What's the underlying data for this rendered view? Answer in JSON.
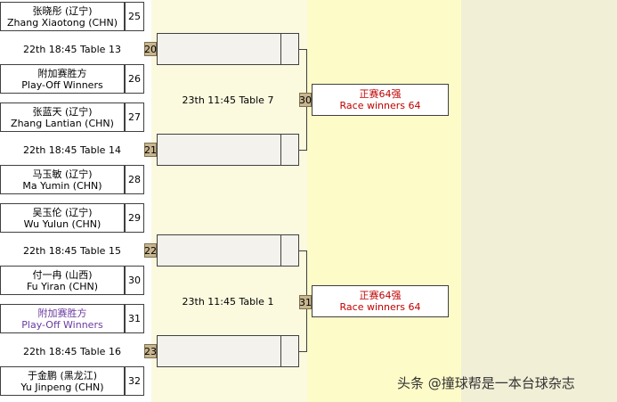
{
  "players": [
    {
      "seed": "25",
      "cn": "张晓彤 (辽宁)",
      "en": "Zhang Xiaotong (CHN)",
      "playoff": false
    },
    {
      "seed": "26",
      "cn": "附加赛胜方",
      "en": "Play-Off Winners",
      "playoff": false
    },
    {
      "seed": "27",
      "cn": "张蓝天 (辽宁)",
      "en": "Zhang Lantian (CHN)",
      "playoff": false
    },
    {
      "seed": "28",
      "cn": "马玉敏 (辽宁)",
      "en": "Ma Yumin (CHN)",
      "playoff": false
    },
    {
      "seed": "29",
      "cn": "吴玉伦 (辽宁)",
      "en": "Wu Yulun (CHN)",
      "playoff": false
    },
    {
      "seed": "30",
      "cn": "付一冉 (山西)",
      "en": "Fu Yiran (CHN)",
      "playoff": false
    },
    {
      "seed": "31",
      "cn": "附加赛胜方",
      "en": "Play-Off Winners",
      "playoff": true
    },
    {
      "seed": "32",
      "cn": "于金鹏 (黑龙江)",
      "en": "Yu Jinpeng (CHN)",
      "playoff": false
    }
  ],
  "round1": [
    {
      "num": "20",
      "sched": "22th 18:45 Table 13"
    },
    {
      "num": "21",
      "sched": "22th 18:45 Table 14"
    },
    {
      "num": "22",
      "sched": "22th 18:45 Table 15"
    },
    {
      "num": "23",
      "sched": "22th 18:45 Table 16"
    }
  ],
  "round2": [
    {
      "num": "30",
      "sched": "23th 11:45 Table 7",
      "result_cn": "正赛64强",
      "result_en": "Race winners 64"
    },
    {
      "num": "31",
      "sched": "23th 11:45 Table 1",
      "result_cn": "正赛64强",
      "result_en": "Race winners 64"
    }
  ],
  "watermark": "头条 @撞球帮是一本台球杂志"
}
